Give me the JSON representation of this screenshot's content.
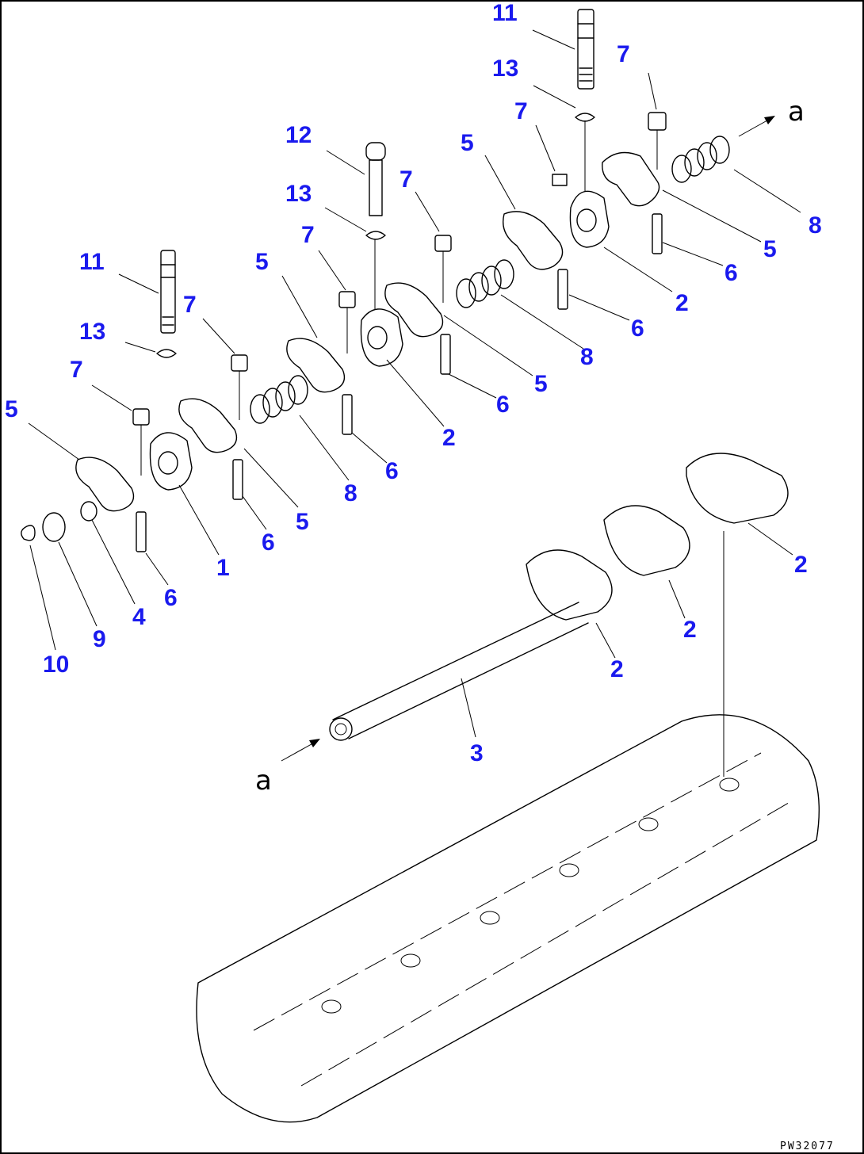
{
  "callouts": [
    {
      "id": "c-11a",
      "label": "11"
    },
    {
      "id": "c-13a",
      "label": "13"
    },
    {
      "id": "c-7a",
      "label": "7"
    },
    {
      "id": "c-7b",
      "label": "7"
    },
    {
      "id": "c-12",
      "label": "12"
    },
    {
      "id": "c-5a",
      "label": "5"
    },
    {
      "id": "c-8a",
      "label": "8"
    },
    {
      "id": "c-13b",
      "label": "13"
    },
    {
      "id": "c-7c",
      "label": "7"
    },
    {
      "id": "c-5b",
      "label": "5"
    },
    {
      "id": "c-6a",
      "label": "6"
    },
    {
      "id": "c-2a",
      "label": "2"
    },
    {
      "id": "c-7d",
      "label": "7"
    },
    {
      "id": "c-5c",
      "label": "5"
    },
    {
      "id": "c-11b",
      "label": "11"
    },
    {
      "id": "c-7e",
      "label": "7"
    },
    {
      "id": "c-6b",
      "label": "6"
    },
    {
      "id": "c-8b",
      "label": "8"
    },
    {
      "id": "c-13c",
      "label": "13"
    },
    {
      "id": "c-5d",
      "label": "5"
    },
    {
      "id": "c-7f",
      "label": "7"
    },
    {
      "id": "c-6c",
      "label": "6"
    },
    {
      "id": "c-5e",
      "label": "5"
    },
    {
      "id": "c-2b",
      "label": "2"
    },
    {
      "id": "c-8c",
      "label": "8"
    },
    {
      "id": "c-6d",
      "label": "6"
    },
    {
      "id": "c-5f",
      "label": "5"
    },
    {
      "id": "c-6e",
      "label": "6"
    },
    {
      "id": "c-1",
      "label": "1"
    },
    {
      "id": "c-6f",
      "label": "6"
    },
    {
      "id": "c-4",
      "label": "4"
    },
    {
      "id": "c-9",
      "label": "9"
    },
    {
      "id": "c-10",
      "label": "10"
    },
    {
      "id": "c-2c",
      "label": "2"
    },
    {
      "id": "c-2d",
      "label": "2"
    },
    {
      "id": "c-2e",
      "label": "2"
    },
    {
      "id": "c-3",
      "label": "3"
    }
  ],
  "view_markers": {
    "top_right": "a",
    "left": "a"
  },
  "drawing_reference": "PW32077",
  "colors": {
    "callout": "#1a1aee",
    "line": "#000000",
    "background": "#ffffff"
  }
}
